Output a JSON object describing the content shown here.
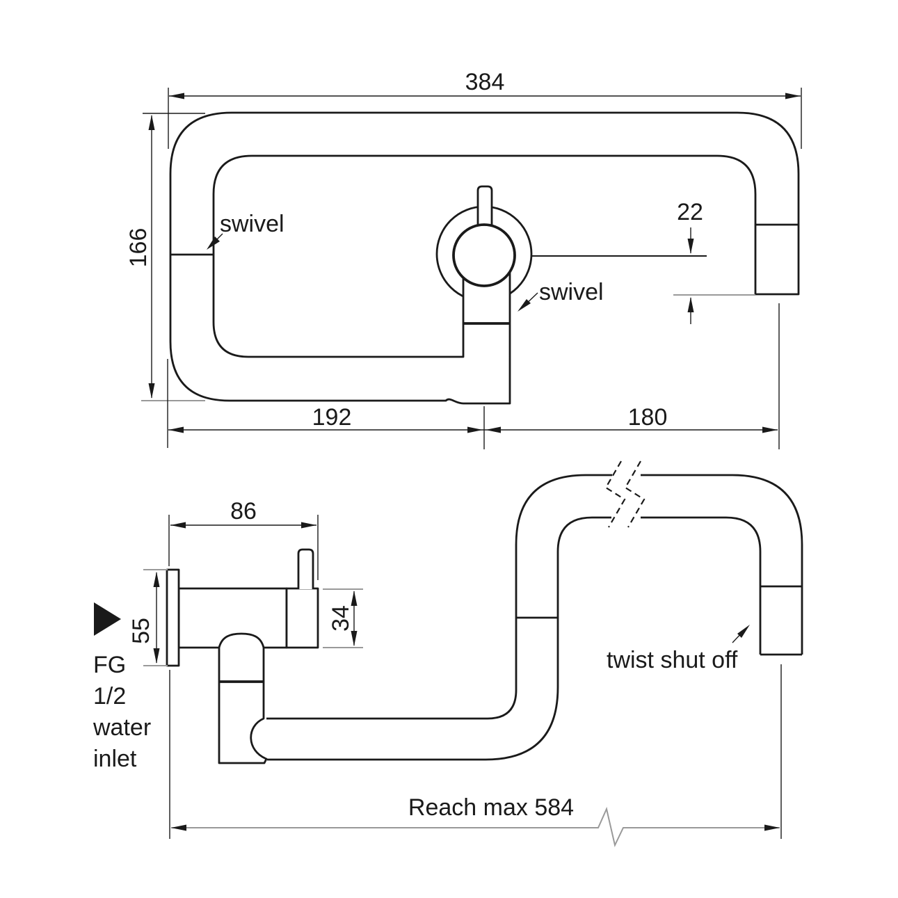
{
  "drawing": {
    "top_view": {
      "dim_total_width": "384",
      "dim_depth": "166",
      "dim_spout_offset": "22",
      "dim_inlet_to_elbow": "192",
      "dim_elbow_to_outlet": "180",
      "label_swivel_elbow": "swivel",
      "label_swivel_body": "swivel"
    },
    "side_view": {
      "dim_wall_to_valve_end": "86",
      "dim_flange_height": "55",
      "dim_valve_body": "34",
      "dim_reach": "Reach max 584",
      "label_twist_shut_off": "twist shut off",
      "inlet_label_lines": [
        "FG",
        "1/2",
        "water",
        "inlet"
      ]
    },
    "colors": {
      "line": "#1a1a1a",
      "dim_gray": "#999999",
      "background": "#ffffff"
    }
  }
}
